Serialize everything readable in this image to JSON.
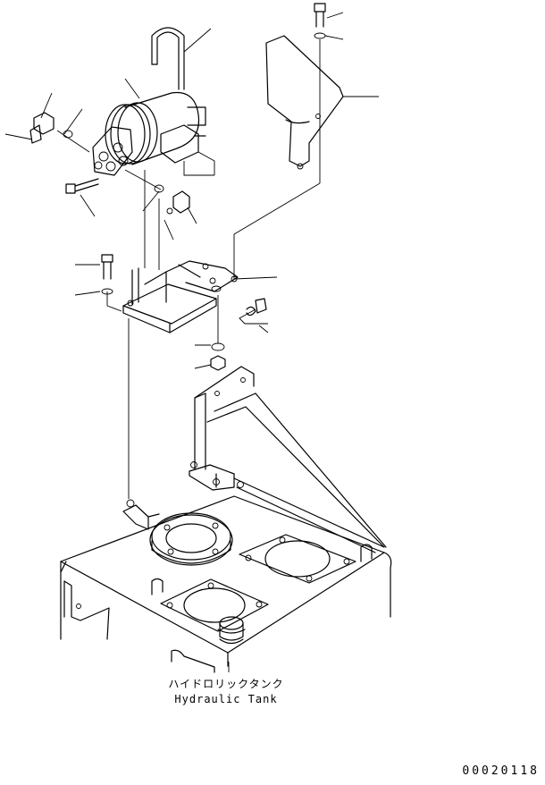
{
  "caption": {
    "japanese": "ハイドロリックタンク",
    "english": "Hydraulic Tank"
  },
  "figure_number": "00020118"
}
